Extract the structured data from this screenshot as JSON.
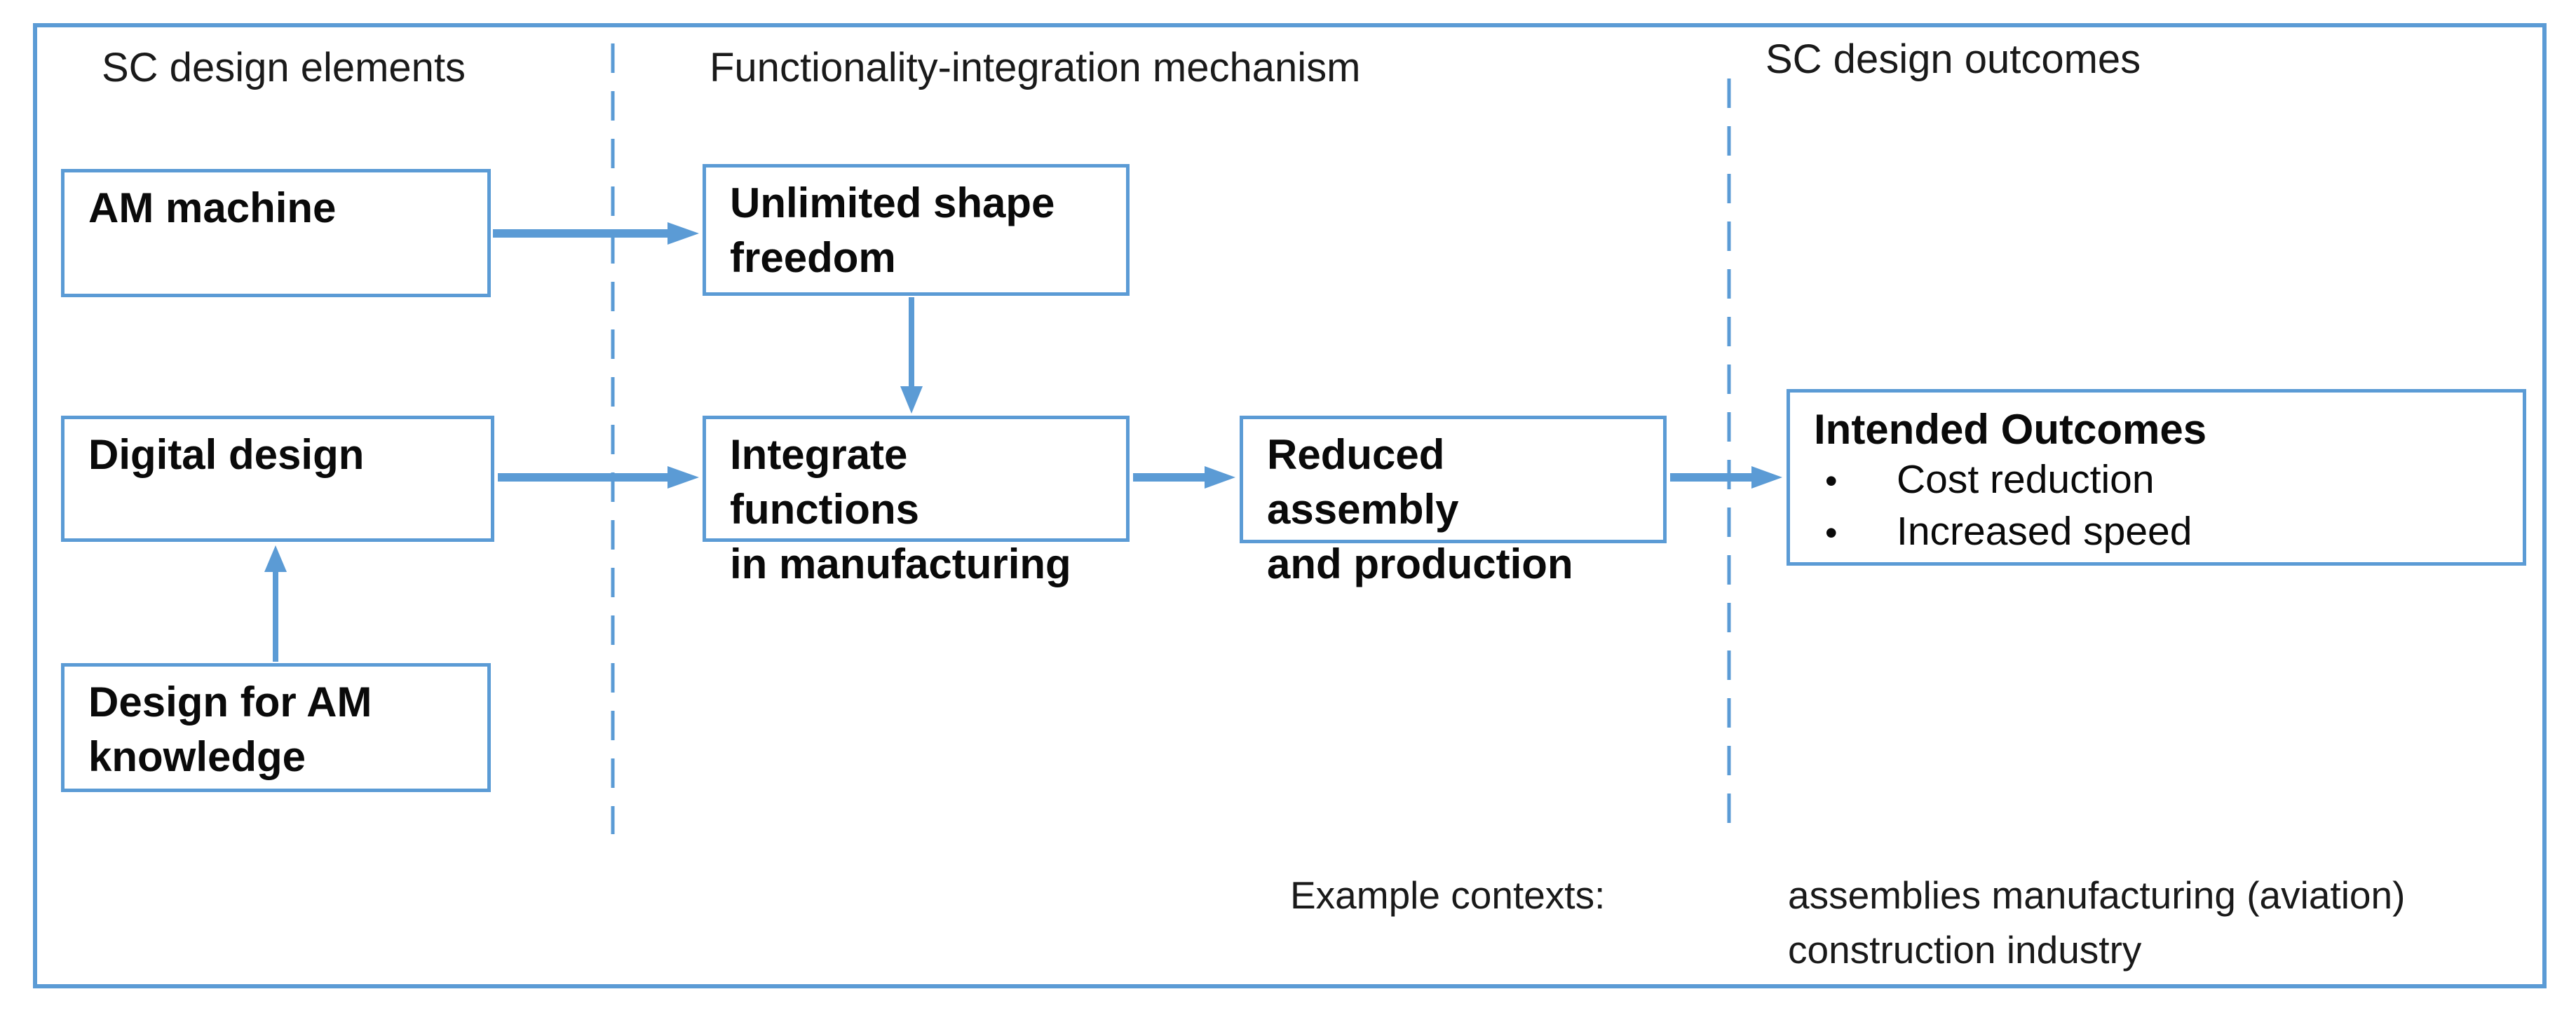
{
  "figure": {
    "columns": {
      "elements": "SC design elements",
      "mechanism": "Functionality-integration mechanism",
      "outcomes": "SC design outcomes"
    },
    "nodes": {
      "am_machine": "AM machine",
      "unlimited_shape": "Unlimited shape\nfreedom",
      "digital_design": "Digital design",
      "design_for_am": "Design for AM\nknowledge",
      "integrate_functions": "Integrate functions\nin manufacturing",
      "reduced_assembly": "Reduced assembly\nand production",
      "intended_outcomes": {
        "title": "Intended Outcomes",
        "bullet": "•",
        "items": [
          "Cost reduction",
          "Increased speed"
        ]
      }
    },
    "footer": {
      "label": "Example contexts:",
      "values": [
        "assemblies manufacturing (aviation)",
        "construction industry"
      ]
    },
    "colors": {
      "accent": "#5b9bd5",
      "text": "#111111",
      "background": "#ffffff"
    }
  }
}
